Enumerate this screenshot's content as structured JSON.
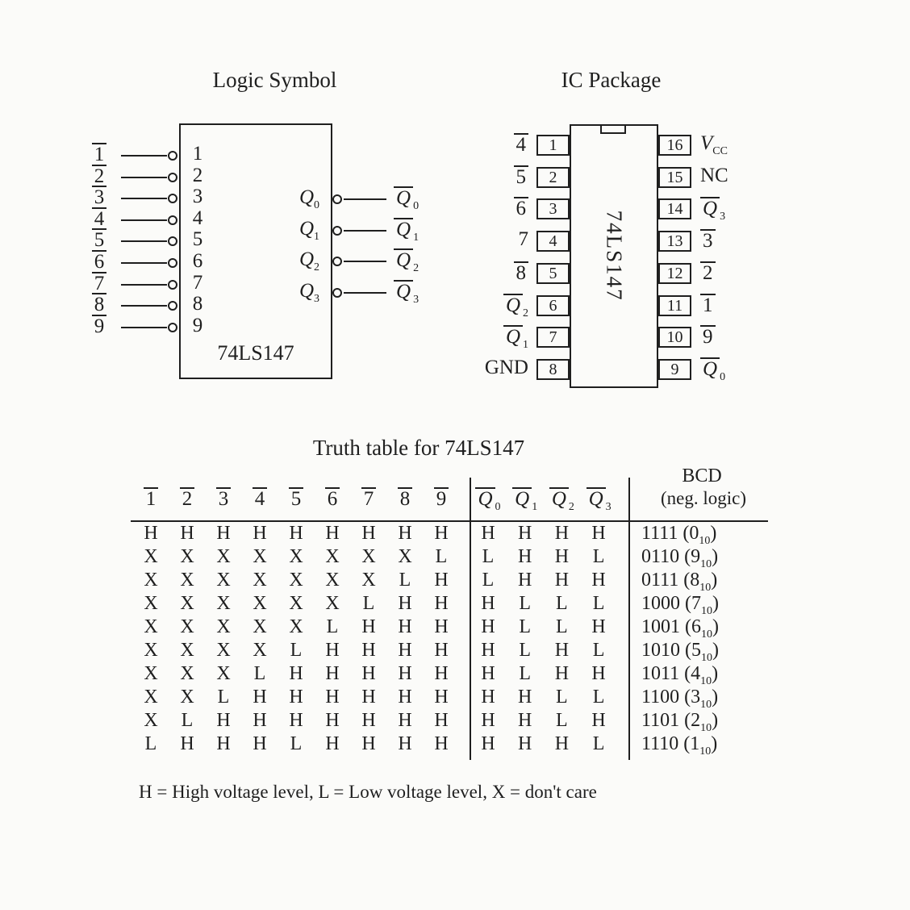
{
  "page": {
    "background": "#fbfbf9",
    "ink": "#1f1f1f"
  },
  "logic_symbol": {
    "title": "Logic Symbol",
    "chip_label": "74LS147",
    "inputs": [
      {
        "outer": "1",
        "inner": "1"
      },
      {
        "outer": "2",
        "inner": "2"
      },
      {
        "outer": "3",
        "inner": "3"
      },
      {
        "outer": "4",
        "inner": "4"
      },
      {
        "outer": "5",
        "inner": "5"
      },
      {
        "outer": "6",
        "inner": "6"
      },
      {
        "outer": "7",
        "inner": "7"
      },
      {
        "outer": "8",
        "inner": "8"
      },
      {
        "outer": "9",
        "inner": "9"
      }
    ],
    "outputs": [
      {
        "name": "Q",
        "sub": "0"
      },
      {
        "name": "Q",
        "sub": "1"
      },
      {
        "name": "Q",
        "sub": "2"
      },
      {
        "name": "Q",
        "sub": "3"
      }
    ]
  },
  "ic_package": {
    "title": "IC Package",
    "chip_label": "74LS147",
    "left_pins": [
      {
        "pin": "1",
        "label": "4",
        "overbar": true,
        "italic": false
      },
      {
        "pin": "2",
        "label": "5",
        "overbar": true,
        "italic": false
      },
      {
        "pin": "3",
        "label": "6",
        "overbar": true,
        "italic": false
      },
      {
        "pin": "4",
        "label": "7",
        "overbar": false,
        "italic": false
      },
      {
        "pin": "5",
        "label": "8",
        "overbar": true,
        "italic": false
      },
      {
        "pin": "6",
        "label": "Q",
        "sub": "2",
        "overbar": true,
        "italic": true
      },
      {
        "pin": "7",
        "label": "Q",
        "sub": "1",
        "overbar": true,
        "italic": true
      },
      {
        "pin": "8",
        "label": "GND",
        "overbar": false,
        "italic": false
      }
    ],
    "right_pins": [
      {
        "pin": "16",
        "label": "V",
        "sub": "CC",
        "overbar": false,
        "italic": true
      },
      {
        "pin": "15",
        "label": "NC",
        "overbar": false,
        "italic": false
      },
      {
        "pin": "14",
        "label": "Q",
        "sub": "3",
        "overbar": true,
        "italic": true
      },
      {
        "pin": "13",
        "label": "3",
        "overbar": true,
        "italic": false
      },
      {
        "pin": "12",
        "label": "2",
        "overbar": true,
        "italic": false
      },
      {
        "pin": "11",
        "label": "1",
        "overbar": true,
        "italic": false
      },
      {
        "pin": "10",
        "label": "9",
        "overbar": true,
        "italic": false
      },
      {
        "pin": "9",
        "label": "Q",
        "sub": "0",
        "overbar": true,
        "italic": true
      }
    ]
  },
  "truth_table": {
    "title": "Truth table for 74LS147",
    "input_headers": [
      "1",
      "2",
      "3",
      "4",
      "5",
      "6",
      "7",
      "8",
      "9"
    ],
    "output_headers": [
      {
        "base": "Q",
        "sub": "0"
      },
      {
        "base": "Q",
        "sub": "1"
      },
      {
        "base": "Q",
        "sub": "2"
      },
      {
        "base": "Q",
        "sub": "3"
      }
    ],
    "bcd_header": {
      "line1": "BCD",
      "line2": "(neg. logic)"
    },
    "decimal_subscript": "10",
    "rows": [
      {
        "inputs": [
          "H",
          "H",
          "H",
          "H",
          "H",
          "H",
          "H",
          "H",
          "H"
        ],
        "outputs": [
          "H",
          "H",
          "H",
          "H"
        ],
        "bcd": "1111",
        "decimal": "0"
      },
      {
        "inputs": [
          "X",
          "X",
          "X",
          "X",
          "X",
          "X",
          "X",
          "X",
          "L"
        ],
        "outputs": [
          "L",
          "H",
          "H",
          "L"
        ],
        "bcd": "0110",
        "decimal": "9"
      },
      {
        "inputs": [
          "X",
          "X",
          "X",
          "X",
          "X",
          "X",
          "X",
          "L",
          "H"
        ],
        "outputs": [
          "L",
          "H",
          "H",
          "H"
        ],
        "bcd": "0111",
        "decimal": "8"
      },
      {
        "inputs": [
          "X",
          "X",
          "X",
          "X",
          "X",
          "X",
          "L",
          "H",
          "H"
        ],
        "outputs": [
          "H",
          "L",
          "L",
          "L"
        ],
        "bcd": "1000",
        "decimal": "7"
      },
      {
        "inputs": [
          "X",
          "X",
          "X",
          "X",
          "X",
          "L",
          "H",
          "H",
          "H"
        ],
        "outputs": [
          "H",
          "L",
          "L",
          "H"
        ],
        "bcd": "1001",
        "decimal": "6"
      },
      {
        "inputs": [
          "X",
          "X",
          "X",
          "X",
          "L",
          "H",
          "H",
          "H",
          "H"
        ],
        "outputs": [
          "H",
          "L",
          "H",
          "L"
        ],
        "bcd": "1010",
        "decimal": "5"
      },
      {
        "inputs": [
          "X",
          "X",
          "X",
          "L",
          "H",
          "H",
          "H",
          "H",
          "H"
        ],
        "outputs": [
          "H",
          "L",
          "H",
          "H"
        ],
        "bcd": "1011",
        "decimal": "4"
      },
      {
        "inputs": [
          "X",
          "X",
          "L",
          "H",
          "H",
          "H",
          "H",
          "H",
          "H"
        ],
        "outputs": [
          "H",
          "H",
          "L",
          "L"
        ],
        "bcd": "1100",
        "decimal": "3"
      },
      {
        "inputs": [
          "X",
          "L",
          "H",
          "H",
          "H",
          "H",
          "H",
          "H",
          "H"
        ],
        "outputs": [
          "H",
          "H",
          "L",
          "H"
        ],
        "bcd": "1101",
        "decimal": "2"
      },
      {
        "inputs": [
          "L",
          "H",
          "H",
          "H",
          "L",
          "H",
          "H",
          "H",
          "H"
        ],
        "outputs": [
          "H",
          "H",
          "H",
          "L"
        ],
        "bcd": "1110",
        "decimal": "1"
      }
    ]
  },
  "legend": {
    "text": "H = High voltage level, L = Low voltage level, X = don't care"
  }
}
